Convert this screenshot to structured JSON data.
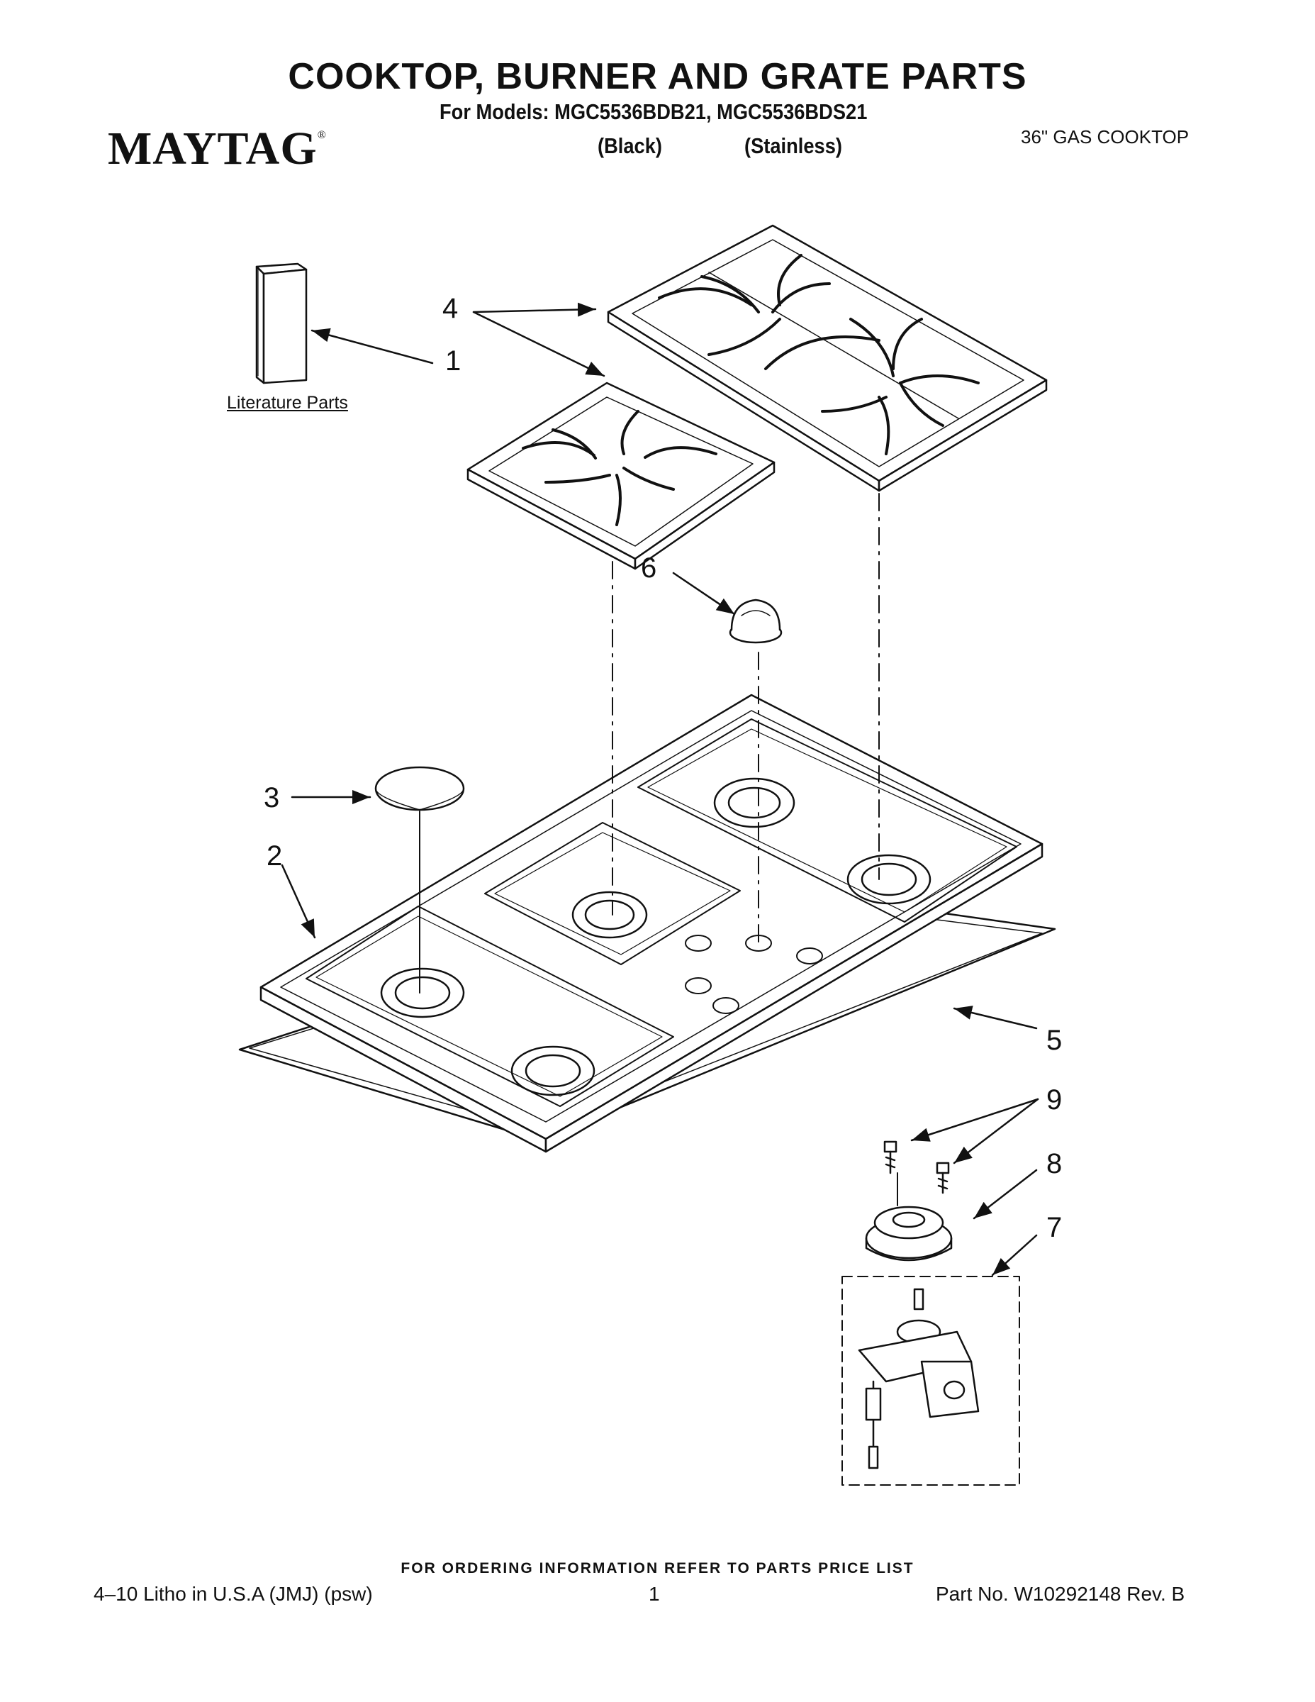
{
  "header": {
    "title": "COOKTOP, BURNER AND GRATE PARTS",
    "models": "For Models: MGC5536BDB21, MGC5536BDS21",
    "variant_black": "(Black)",
    "variant_stainless": "(Stainless)",
    "brand": "MAYTAG",
    "brand_mark": "®",
    "product": "36\" GAS COOKTOP"
  },
  "diagram": {
    "literature_label": "Literature Parts",
    "callouts": [
      "1",
      "2",
      "3",
      "4",
      "5",
      "6",
      "7",
      "8",
      "9"
    ]
  },
  "footer": {
    "ordering_note": "FOR ORDERING INFORMATION REFER TO PARTS PRICE LIST",
    "litho": "4–10 Litho in U.S.A (JMJ) (psw)",
    "page": "1",
    "part_no": "Part No. W10292148 Rev. B"
  }
}
